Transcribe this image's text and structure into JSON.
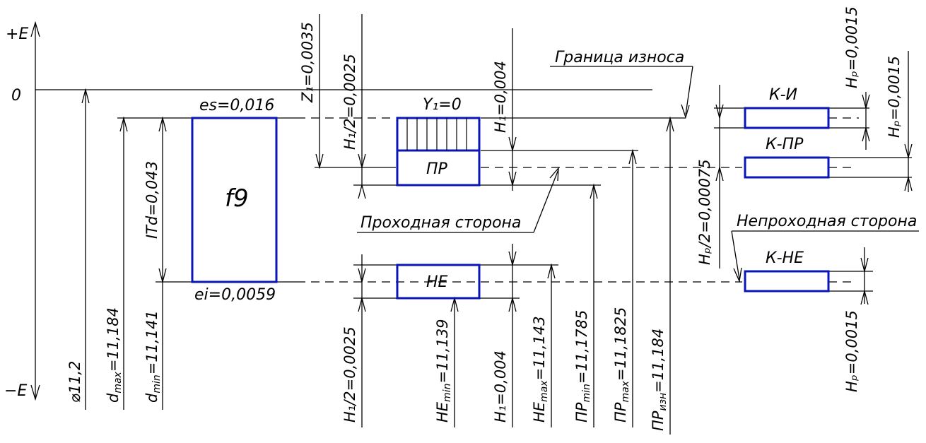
{
  "axis": {
    "plus": "+E",
    "minus": "−E",
    "zero": "0"
  },
  "shaft": {
    "name": "f9",
    "es": "es=0,016",
    "ei": "ei=0,0059",
    "itd": "ITd=0,043"
  },
  "dims": {
    "d_nom": "⌀11,2",
    "d_max_main": "d",
    "d_max_sub": "max",
    "d_max_val": "=11,184",
    "d_min_main": "d",
    "d_min_sub": "min",
    "d_min_val": "=11,141"
  },
  "gauge": {
    "pr_label": "ПР",
    "ne_label": "НЕ",
    "y1": "Y₁=0",
    "z1": "Z₁=0,0035",
    "h1_half_top": "H₁/2=0,0025",
    "h1_top": "H₁=0,004",
    "h1_half_bottom": "H₁/2=0,0025",
    "ne_min": "НЕ",
    "ne_min_sub": "min",
    "ne_min_val": "=11,139",
    "h1_bottom": "H₁=0,004",
    "ne_max": "НЕ",
    "ne_max_sub": "max",
    "ne_max_val": "=11,143",
    "pr_min": "ПР",
    "pr_min_sub": "min",
    "pr_min_val": "=11,1785",
    "pr_max": "ПР",
    "pr_max_sub": "max",
    "pr_max_val": "=11,1825",
    "pr_izn": "ПР",
    "pr_izn_sub": "изн",
    "pr_izn_val": "=11,184"
  },
  "callouts": {
    "wear_limit": "Граница износа",
    "go_side": "Проходная сторона",
    "nogo_side": "Непроходная сторона"
  },
  "control": {
    "k_i": "К-И",
    "k_pr": "К-ПР",
    "k_ne": "К-НЕ",
    "hp_top1": "Hₚ=0,0015",
    "hp_top2": "Hₚ=0,0015",
    "hp_half": "Hₚ/2=0,00075",
    "hp_bottom": "Hₚ=0,0015"
  },
  "colors": {
    "zone_outline": "#0a16b8",
    "lines": "#000000"
  }
}
